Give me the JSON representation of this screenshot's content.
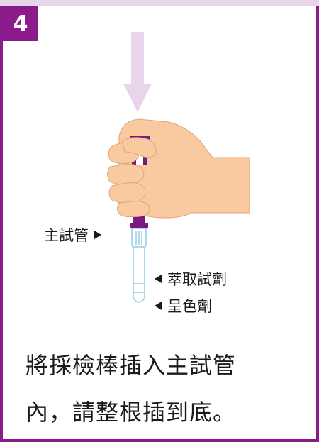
{
  "step": {
    "number": "4"
  },
  "labels": {
    "main_tube": "主試管",
    "extraction_reagent": "萃取試劑",
    "color_reagent": "呈色劑"
  },
  "instruction": {
    "line1": "將採檢棒插入主試管",
    "line2": "內，請整根插到底。"
  },
  "colors": {
    "accent": "#8b1a8b",
    "arrow": "#e8d5ea",
    "skin": "#f9c9a0",
    "skin_outline": "#e0a57c",
    "tube": "#9ad3f0"
  }
}
